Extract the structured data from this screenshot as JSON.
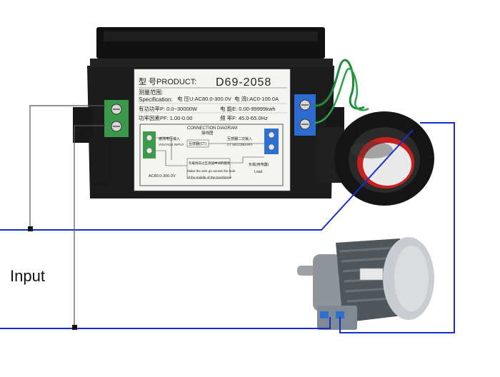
{
  "meter": {
    "model_prefix": "型  号PRODUCT:",
    "model": "D69-2058",
    "range_label_cn": "测量范围:",
    "range_label_en": "Specification:",
    "voltage_spec": "电 压U:AC80.0-300.0V",
    "current_spec": "电 流I:AC0-100.0A",
    "power_spec": "有功功率P: 0.0~30000W",
    "energy_spec": "电 能E: 0.00-99999kwh",
    "pf_spec": "功率因素PF: 1.00-0.00",
    "freq_spec": "频 率F: 45.0-65.0Hz",
    "diagram_title_en": "CONNECTION DIAGRAM",
    "diagram_title_cn": "接线图",
    "voltage_input_cn": "被测电压输入",
    "voltage_input_en": "VOLTAGE INPUT",
    "ct_label": "互感器(CT)",
    "ct_secondary_cn": "互感器二次输入",
    "ct_secondary_en": "CT SECONDARY",
    "voltage_range": "AC80.0-300.0V",
    "hole_note_cn": "负载线穿过互感器中间的圆孔",
    "hole_note_en1": "Make the wire go across the hole",
    "hole_note_en2": "of the middle of the transforme",
    "load_cn": "负载(用电器)",
    "load_en": "Load"
  },
  "wiring": {
    "input_label": "Input"
  },
  "colors": {
    "wire": "#1a2fc9",
    "meter_body": "#1c1c1c",
    "label_bg": "#f4f4f0",
    "terminal_green": "#3b9b4a",
    "terminal_blue": "#2f6fd0",
    "motor_body": "#c9ccd0",
    "ct_ring": "#151515",
    "ct_core": "#c8201e"
  },
  "icons": [
    "current-transformer-icon",
    "electric-motor-icon",
    "terminal-block-icon"
  ]
}
